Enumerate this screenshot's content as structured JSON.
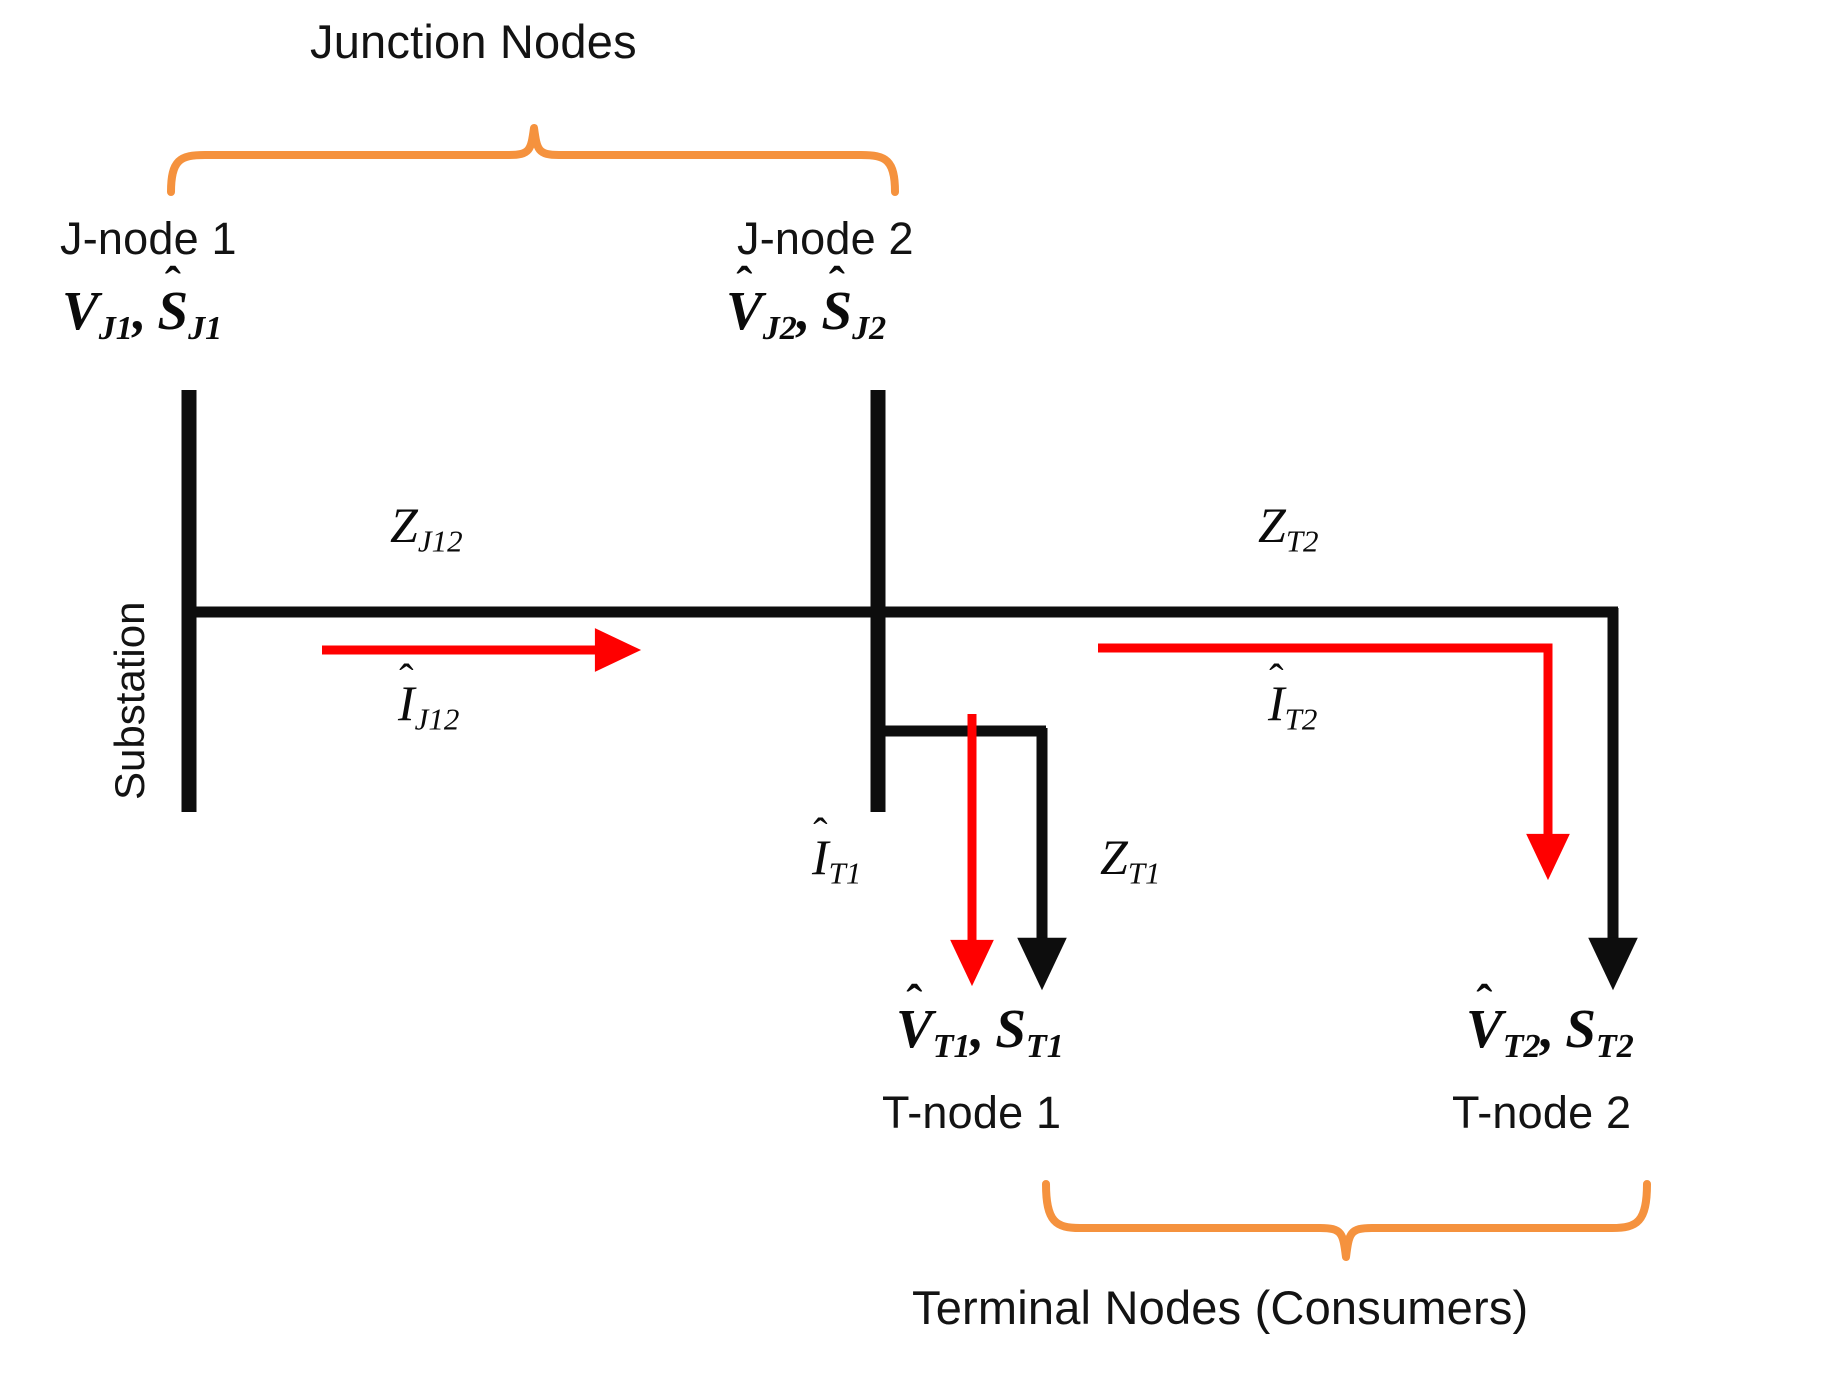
{
  "figure": {
    "kind": "radial-distribution-feeder-schematic",
    "background_color": "#FFFFFF"
  },
  "colors": {
    "line": "#0D0D0D",
    "current_arrow": "#FF0000",
    "brace": "#F5923E",
    "text": "#131313"
  },
  "annotations": {
    "top_group_label": "Junction Nodes",
    "bottom_group_label": "Terminal Nodes (Consumers)",
    "substation_label": "Substation"
  },
  "nodes": [
    {
      "id": "j1",
      "name": "J-node 1",
      "type": "junction",
      "quantities": [
        {
          "symbol": "V",
          "hat": false,
          "bold": true,
          "subscript": "J1"
        },
        {
          "symbol": "S",
          "hat": true,
          "bold": true,
          "subscript": "J1"
        }
      ],
      "label_text": "V_J1, S_J1"
    },
    {
      "id": "j2",
      "name": "J-node 2",
      "type": "junction",
      "quantities": [
        {
          "symbol": "V",
          "hat": true,
          "bold": true,
          "subscript": "J2"
        },
        {
          "symbol": "S",
          "hat": true,
          "bold": true,
          "subscript": "J2"
        }
      ],
      "label_text": "V_J2, S_J2"
    },
    {
      "id": "t1",
      "name": "T-node 1",
      "type": "terminal",
      "quantities": [
        {
          "symbol": "V",
          "hat": true,
          "bold": true,
          "subscript": "T1"
        },
        {
          "symbol": "S",
          "hat": false,
          "bold": true,
          "subscript": "T1"
        }
      ],
      "label_text": "V_T1, S_T1"
    },
    {
      "id": "t2",
      "name": "T-node 2",
      "type": "terminal",
      "quantities": [
        {
          "symbol": "V",
          "hat": true,
          "bold": true,
          "subscript": "T2"
        },
        {
          "symbol": "S",
          "hat": false,
          "bold": true,
          "subscript": "T2"
        }
      ],
      "label_text": "V_T2, S_T2"
    }
  ],
  "branches": [
    {
      "id": "j12",
      "impedance": {
        "symbol": "Z",
        "hat": false,
        "bold": false,
        "subscript": "J12"
      },
      "current": {
        "symbol": "I",
        "hat": true,
        "bold": false,
        "subscript": "J12"
      },
      "impedance_text": "Z_J12",
      "current_text": "I_J12",
      "current_direction": "right"
    },
    {
      "id": "t1",
      "impedance": {
        "symbol": "Z",
        "hat": false,
        "bold": false,
        "subscript": "T1"
      },
      "current": {
        "symbol": "I",
        "hat": true,
        "bold": false,
        "subscript": "T1"
      },
      "impedance_text": "Z_T1",
      "current_text": "I_T1",
      "current_direction": "down"
    },
    {
      "id": "t2",
      "impedance": {
        "symbol": "Z",
        "hat": false,
        "bold": false,
        "subscript": "T2"
      },
      "current": {
        "symbol": "I",
        "hat": true,
        "bold": false,
        "subscript": "T2"
      },
      "impedance_text": "Z_T2",
      "current_text": "I_T2",
      "current_direction": "right-then-down"
    }
  ],
  "symbols": {
    "V": "V",
    "S": "S",
    "Z": "Z",
    "I": "I",
    "hat": "̂",
    "comma": ",",
    "sub_J1": "J1",
    "sub_J2": "J2",
    "sub_T1": "T1",
    "sub_T2": "T2",
    "sub_J12": "J12"
  }
}
